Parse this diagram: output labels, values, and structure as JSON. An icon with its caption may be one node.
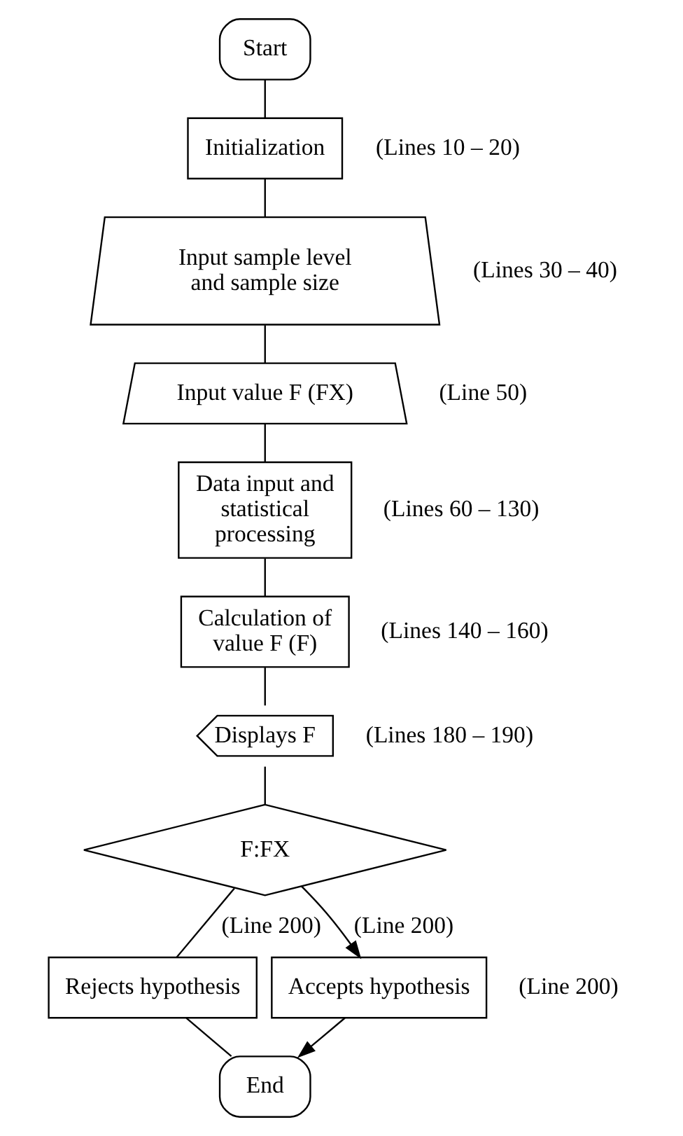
{
  "diagram": {
    "nodes": [
      {
        "text": [
          "Start"
        ]
      },
      {
        "text": [
          "Initialization"
        ],
        "beside": [
          "(Lines 10 – 20)"
        ]
      },
      {
        "text": [
          "Input sample level and sample size"
        ],
        "beside": [
          "(Lines 30 – 40)"
        ]
      },
      {
        "text": [
          "Input value F (FX)"
        ],
        "beside": [
          "(Line 50)"
        ]
      },
      {
        "text": [
          "Data input and statistical processing"
        ],
        "beside": [
          "(Lines 60 – 130)"
        ]
      },
      {
        "text": [
          "Calculation of value F (F)"
        ],
        "beside": [
          "(Lines 140 – 160)"
        ]
      },
      {
        "text": [
          "Displays F"
        ],
        "beside": [
          "(Lines 180 – 190)"
        ]
      },
      {
        "text": [
          "F:FX"
        ]
      },
      {
        "text": [
          "Rejects hypothesis"
        ]
      },
      {
        "text": [
          "Accepts hypothesis"
        ],
        "beside": [
          "(Line 200)"
        ]
      },
      {
        "text": [
          "End"
        ]
      }
    ],
    "edges": [
      {
        "from": 0,
        "to": 1,
        "arrow": "none"
      },
      {
        "from": 1,
        "to": 2,
        "arrow": "none"
      },
      {
        "from": 2,
        "to": 3,
        "arrow": "none"
      },
      {
        "from": 3,
        "to": 4,
        "arrow": "none"
      },
      {
        "from": 4,
        "to": 5,
        "arrow": "none"
      },
      {
        "from": 5,
        "to": 6,
        "arrow": "none"
      },
      {
        "from": 6,
        "to": 7,
        "arrow": "none"
      },
      {
        "from": 7,
        "to": 8,
        "arrow": "none",
        "label": "(Line 200)"
      },
      {
        "from": 7,
        "to": 9,
        "arrow": "to",
        "label": "(Line 200)"
      },
      {
        "from": 8,
        "to": 10,
        "arrow": "none"
      },
      {
        "from": 9,
        "to": 10,
        "arrow": "to"
      }
    ]
  }
}
